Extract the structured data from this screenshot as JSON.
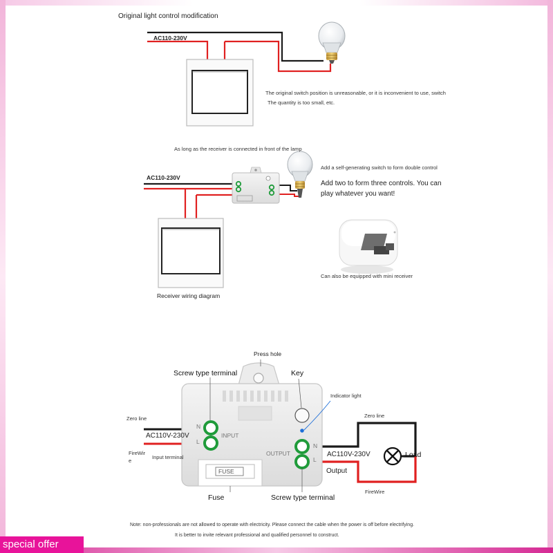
{
  "colors": {
    "live_wire": "#e02020",
    "neutral_wire": "#1a1a1a",
    "terminal_green": "#1f9b3a",
    "indicator_blue": "#1e6fd8",
    "badge": "#e8139a"
  },
  "section1": {
    "title": "Original light control modification",
    "supply_label": "AC110-230V",
    "note_line1": "The original switch position is unreasonable, or it is inconvenient to use, switch",
    "note_line2": "The quantity is too small, etc."
  },
  "section2": {
    "intro": "As long as the receiver is connected in front of the lamp",
    "supply_label": "AC110-230V",
    "self_generating": "Add a self-generating switch to form double control",
    "three_controls_line1": "Add two to form three controls. You can",
    "three_controls_line2": "play whatever you want!",
    "mini_receiver": "Can also be equipped with mini receiver",
    "wiring_caption": "Receiver wiring diagram"
  },
  "section3": {
    "press_hole": "Press hole",
    "screw_terminal_top": "Screw type terminal",
    "key": "Key",
    "indicator_light": "Indicator light",
    "zero_line_left": "Zero line",
    "zero_line_right": "Zero line",
    "input_supply": "AC110V-230V",
    "firewire_left_line1": "FireWir",
    "firewire_left_line2": "e",
    "input_terminal": "Input terminal",
    "input_label": "INPUT",
    "output_label": "OUTPUT",
    "n_in": "N",
    "l_in": "L",
    "n_out": "N",
    "l_out": "L",
    "output_supply": "AC110V-230V",
    "load": "Load",
    "output": "Output",
    "firewire_right": "FireWire",
    "fuse_text": "FUSE",
    "fuse_label": "Fuse",
    "screw_terminal_bottom": "Screw type terminal"
  },
  "notes": {
    "line1": "Note: non-professionals are not allowed to operate with electricity. Please connect the cable when the power is off before electrifying.",
    "line2": "It is better to invite relevant professional and qualified personnel to construct."
  },
  "badge": {
    "label": "special offer"
  }
}
